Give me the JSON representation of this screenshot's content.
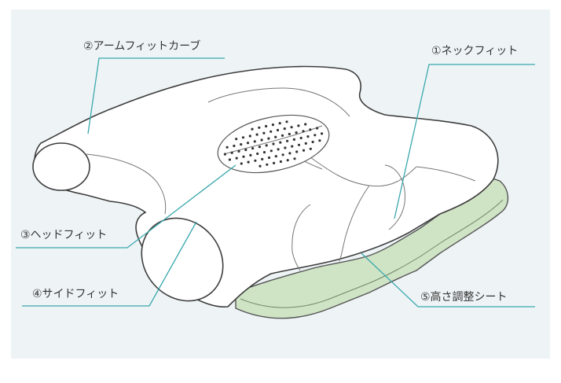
{
  "labels": {
    "arm_fit": "②アームフィットカーブ",
    "neck_fit": "①ネックフィット",
    "head_fit": "③ヘッドフィット",
    "side_fit": "④サイドフィット",
    "height_sheet": "⑤高さ調整シート"
  },
  "colors": {
    "panel_background": "#eef4f6",
    "pillow_fill": "#ffffff",
    "pillow_outline": "#3d3d3d",
    "sheet_green": "#cfe3c5",
    "leader_line": "#3aa8ad",
    "hole_dots": "#333333"
  }
}
